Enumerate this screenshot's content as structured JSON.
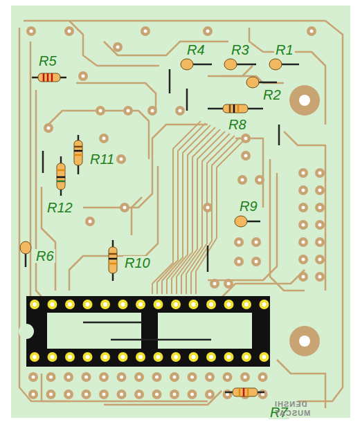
{
  "diagram": {
    "labels": [
      "R5",
      "R4",
      "R3",
      "R1",
      "R2",
      "R8",
      "R11",
      "R12",
      "R9",
      "R6",
      "R10",
      "R7",
      "DENSHI",
      "MUSCAT"
    ]
  }
}
